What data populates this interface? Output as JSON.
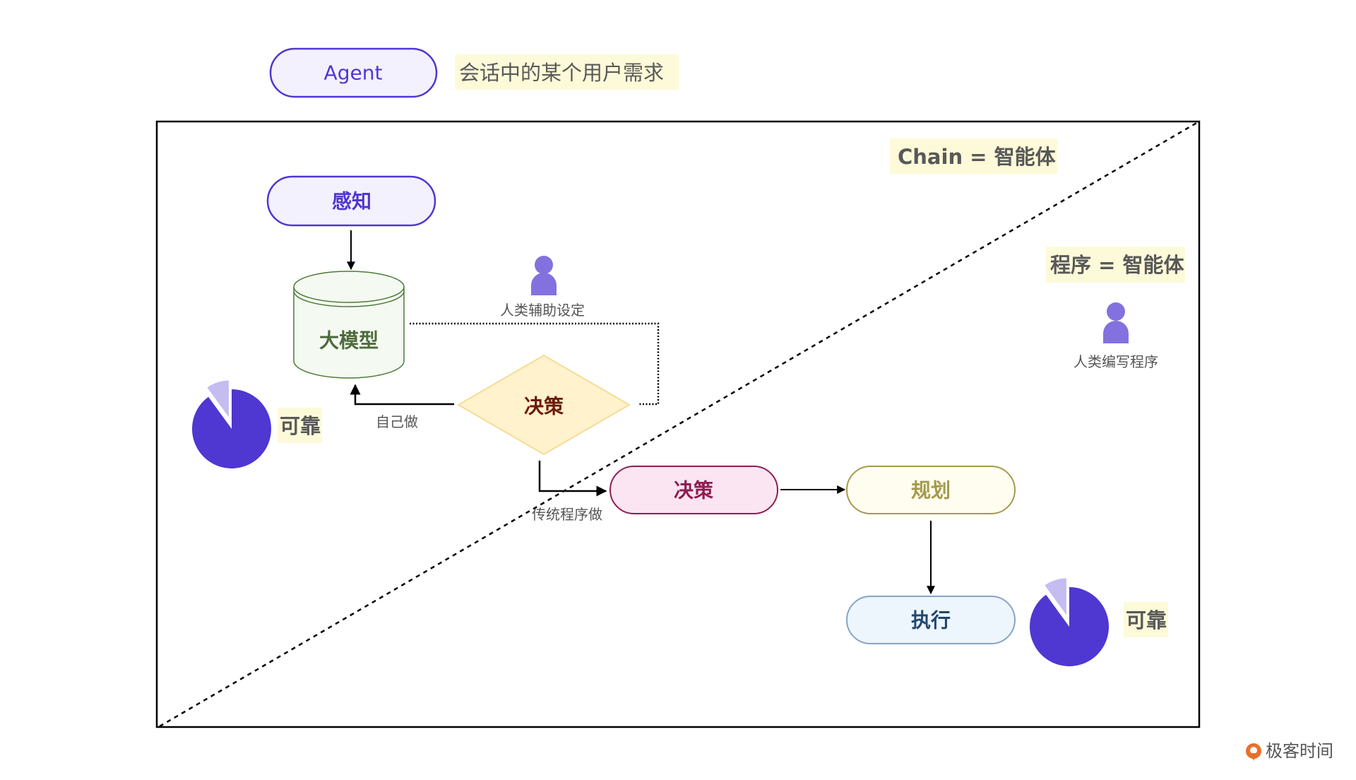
{
  "header": {
    "agent_label": "Agent",
    "request_note": "会话中的某个用户需求"
  },
  "regions": {
    "chain_title": "Chain = 智能体",
    "program_title": "程序 = 智能体"
  },
  "nodes": {
    "perception": "感知",
    "llm": "大模型",
    "decision_llm": "决策",
    "decision_program": "决策",
    "planning": "规划",
    "execution": "执行"
  },
  "edge_labels": {
    "self_do": "自己做",
    "traditional_program": "传统程序做",
    "human_assist": "人类辅助设定",
    "human_write": "人类编写程序"
  },
  "reliability": [
    {
      "label": "可靠",
      "reliable_fraction": 0.9
    },
    {
      "label": "可靠",
      "reliable_fraction": 0.9
    }
  ],
  "colors": {
    "purple": "#4f37d1",
    "purple_fill": "#f3f1fd",
    "pie_light": "#c5bcf1",
    "person": "#8371e0",
    "green": "#4d6b3c",
    "yellow_fill": "#fff2cc",
    "yellow_stroke": "#f5dc97",
    "decision_dark": "#6b1a0b",
    "pink": "#8e1d52",
    "pink_fill": "#fbe5f2",
    "olive": "#a59a4c",
    "olive_fill": "#fffdef",
    "blue": "#23476f",
    "blue_fill": "#edf5fd",
    "blue_stroke": "#87a4c4",
    "highlight": "#fdfad9",
    "logo_orange": "#e8702a"
  },
  "footer": {
    "logo_text": "极客时间"
  }
}
